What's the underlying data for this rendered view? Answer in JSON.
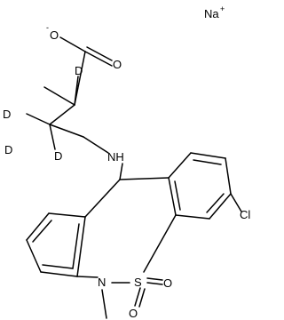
{
  "molecule": {
    "counterion": {
      "symbol": "Na",
      "charge": "+"
    },
    "carboxylate": {
      "o_minus_charge": "-",
      "o_minus": "O",
      "o_double": "O"
    },
    "deuterium_labels": [
      "D",
      "D",
      "D",
      "D"
    ],
    "amine": "NH",
    "chlorine": "Cl",
    "ring_nitrogen": "N",
    "sulfonyl": {
      "sulfur": "S",
      "oxygen_1": "O",
      "oxygen_2": "O"
    }
  }
}
